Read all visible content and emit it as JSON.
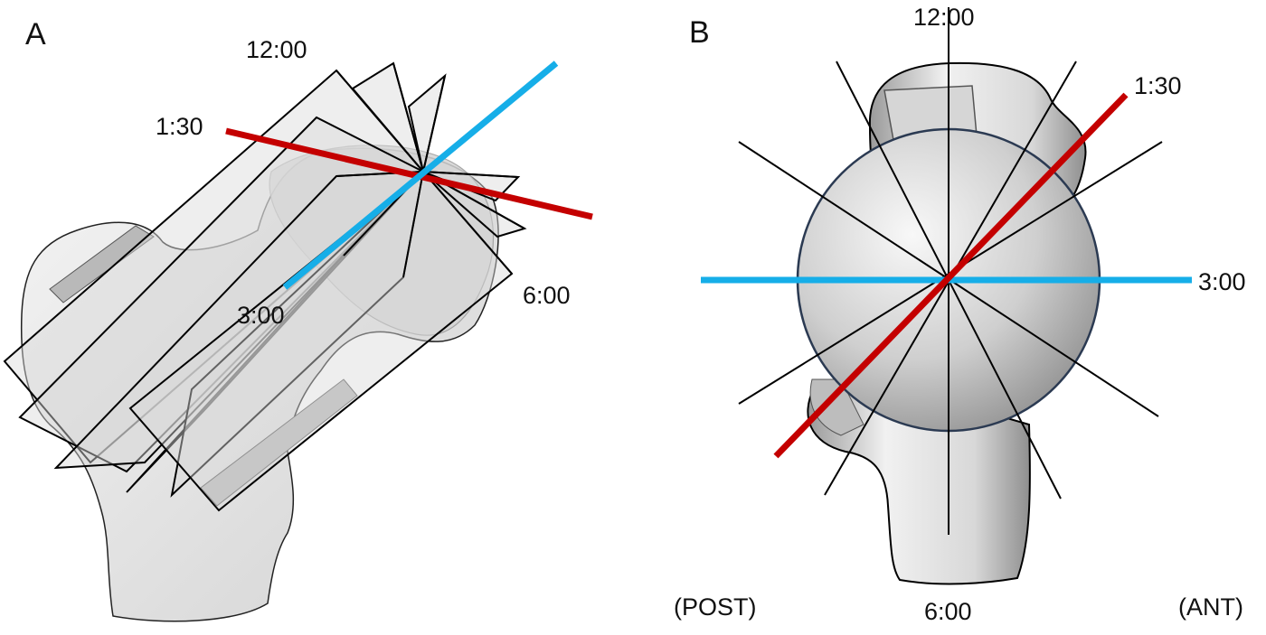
{
  "panels": {
    "a": {
      "letter": "A",
      "labels": {
        "twelve": "12:00",
        "one_thirty": "1:30",
        "three": "3:00",
        "six": "6:00"
      }
    },
    "b": {
      "letter": "B",
      "labels": {
        "twelve": "12:00",
        "one_thirty": "1:30",
        "three": "3:00",
        "six": "6:00"
      },
      "orientation": {
        "posterior": "(POST)",
        "anterior": "(ANT)"
      }
    }
  },
  "colors": {
    "highlight_red": "#c40000",
    "highlight_blue": "#16aee8",
    "line": "#000000",
    "bone_fill": "#e4e4e4",
    "bone_dark": "#b5b5b5"
  }
}
